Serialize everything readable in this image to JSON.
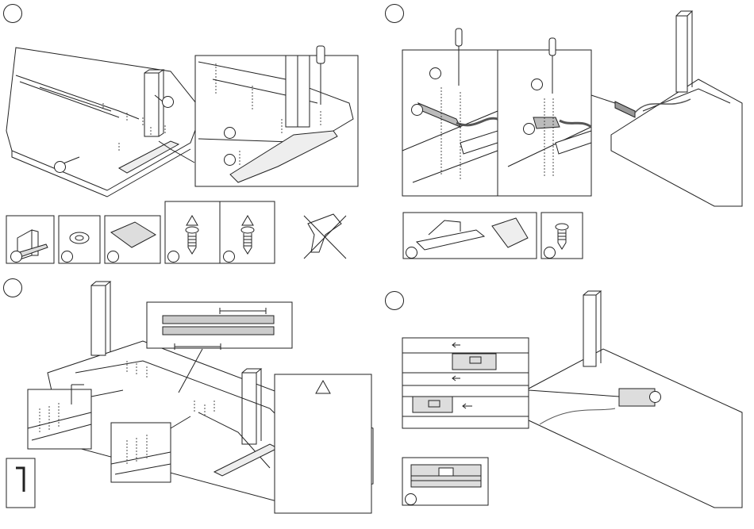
{
  "steps": [
    {
      "number": "",
      "name": "step-1"
    },
    {
      "number": "",
      "name": "step-2"
    },
    {
      "number": "",
      "name": "step-3"
    },
    {
      "number": "",
      "name": "step-4"
    }
  ],
  "colors": {
    "line": "#222222",
    "cable": "#555555",
    "shade": "#d8d8d8",
    "bg": "#ffffff"
  },
  "icons": [
    "screwdriver-icon",
    "drill-crossed-out-icon",
    "allen-key-icon",
    "warning-triangle-icon",
    "screw-icon",
    "washer-icon"
  ]
}
